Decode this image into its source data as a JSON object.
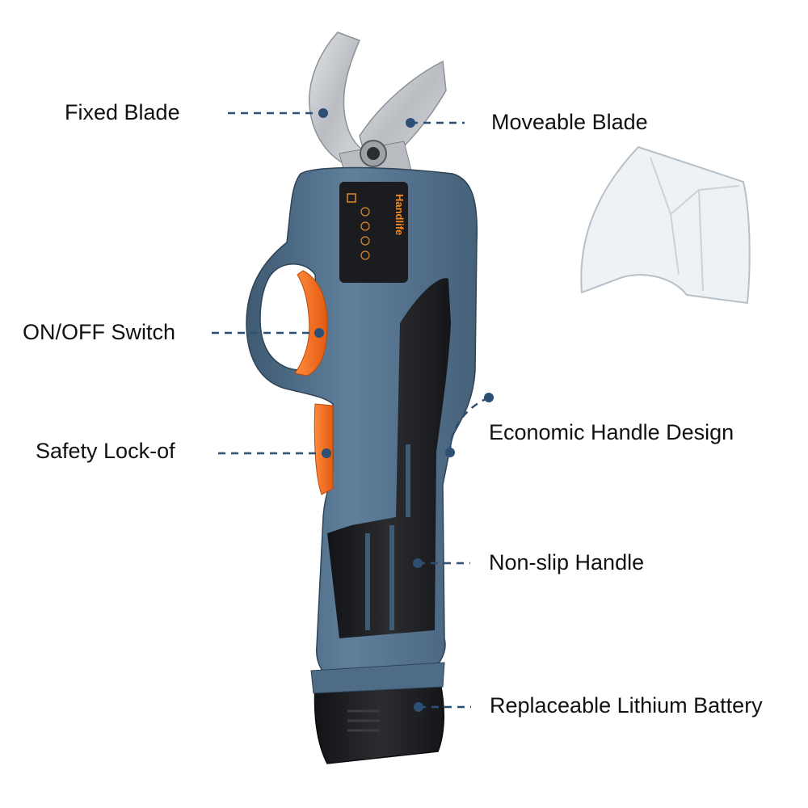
{
  "callouts": {
    "fixed_blade": "Fixed Blade",
    "moveable_blade": "Moveable Blade",
    "on_off_switch": "ON/OFF Switch",
    "safety_lock": "Safety Lock-of",
    "economic_handle": "Economic Handle Design",
    "non_slip_handle": "Non-slip Handle",
    "battery": "Replaceable Lithium Battery"
  },
  "product": {
    "brand_label": "Handlife"
  },
  "colors": {
    "body_blue": "#5a7a96",
    "body_blue_dark": "#3f5a72",
    "grip_black": "#1e1f22",
    "trigger_orange": "#f26a1b",
    "blade_silver": "#c9ccd0",
    "leader_line": "#2c4f73"
  }
}
